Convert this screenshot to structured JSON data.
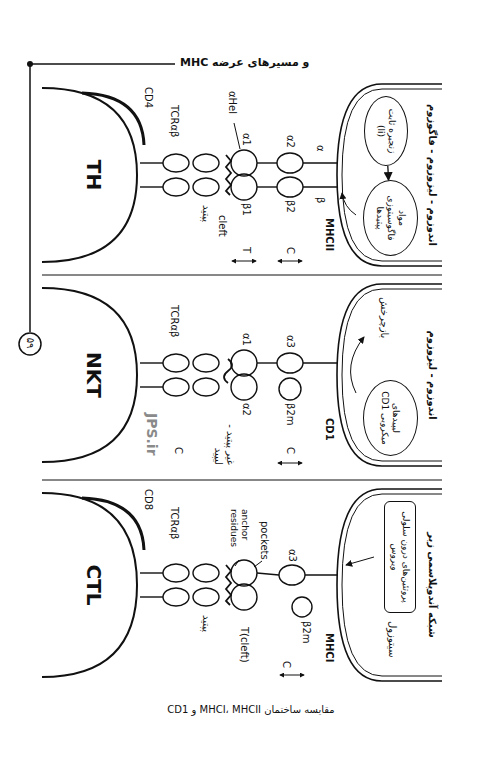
{
  "diagram": {
    "title": "MHC و مسیرهای عرضه",
    "caption": "مقایسه ساختمان MHCI، MHCII و CD1",
    "nodes": [
      {
        "text": [
          "TH"
        ]
      },
      {
        "text": [
          "NKT"
        ]
      },
      {
        "text": [
          "CTL"
        ]
      },
      {
        "text": [
          "اندوزوم - لیزوزوم - فاگوزوم",
          "MHCII"
        ]
      },
      {
        "text": [
          "اندوزوم - لیزوزوم",
          "CD1"
        ]
      },
      {
        "text": [
          "شبکه آندوپلاسمی زبر",
          "MHCI"
        ]
      },
      {
        "text": [
          "مواد فاگوسیتوزی پپتیدها"
        ],
        "in": 3
      },
      {
        "text": [
          "لیپیدهای میکروبی CD1"
        ],
        "in": 4
      },
      {
        "text": [
          "زنجیره ثابت (li)"
        ],
        "in": 3
      },
      {
        "text": [
          "پروتئین‌های درون سلولی ویروس"
        ],
        "in": 5
      }
    ],
    "edges": [
      {
        "from": 8,
        "to": 6,
        "arrow": "to"
      }
    ],
    "labels": [
      "۵۹",
      "JPS.ir",
      "CD4",
      "TCRαβ",
      "α1",
      "β1",
      "α2",
      "β2",
      "α",
      "β",
      "αHel",
      "cleft",
      "T",
      "C",
      "پپتید",
      "TCRαβ",
      "α1",
      "α2",
      "α3",
      "β2m",
      "C",
      "C",
      "غیر پپتید - لیپید",
      "بازچرخش",
      "CD8",
      "TCRαβ",
      "pockets",
      "anchor residues",
      "T(cleft)",
      "C",
      "α3",
      "β2m",
      "پپتید",
      "سیتوزول"
    ]
  }
}
